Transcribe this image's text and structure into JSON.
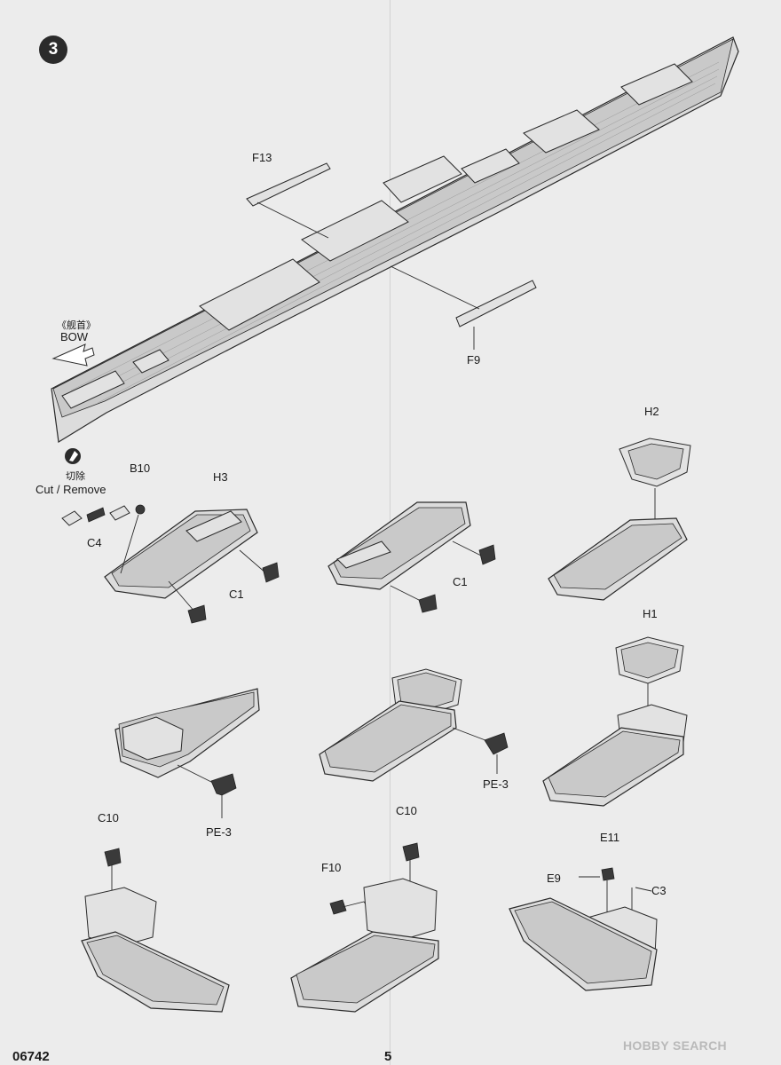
{
  "step": {
    "number": "3"
  },
  "bow_note": {
    "chinese": "《舰首》",
    "english": "BOW"
  },
  "cut_note": {
    "chinese": "切除",
    "english": "Cut / Remove"
  },
  "parts": {
    "f13": "F13",
    "f9": "F9",
    "b10": "B10",
    "h3": "H3",
    "c4": "C4",
    "c1_a": "C1",
    "c1_b": "C1",
    "h2": "H2",
    "h1": "H1",
    "pe3_a": "PE-3",
    "pe3_b": "PE-3",
    "c10_a": "C10",
    "c10_b": "C10",
    "f10": "F10",
    "e11": "E11",
    "e9": "E9",
    "c3": "C3"
  },
  "footer": {
    "code": "06742",
    "page": "5"
  },
  "watermark": "HOBBY SEARCH"
}
